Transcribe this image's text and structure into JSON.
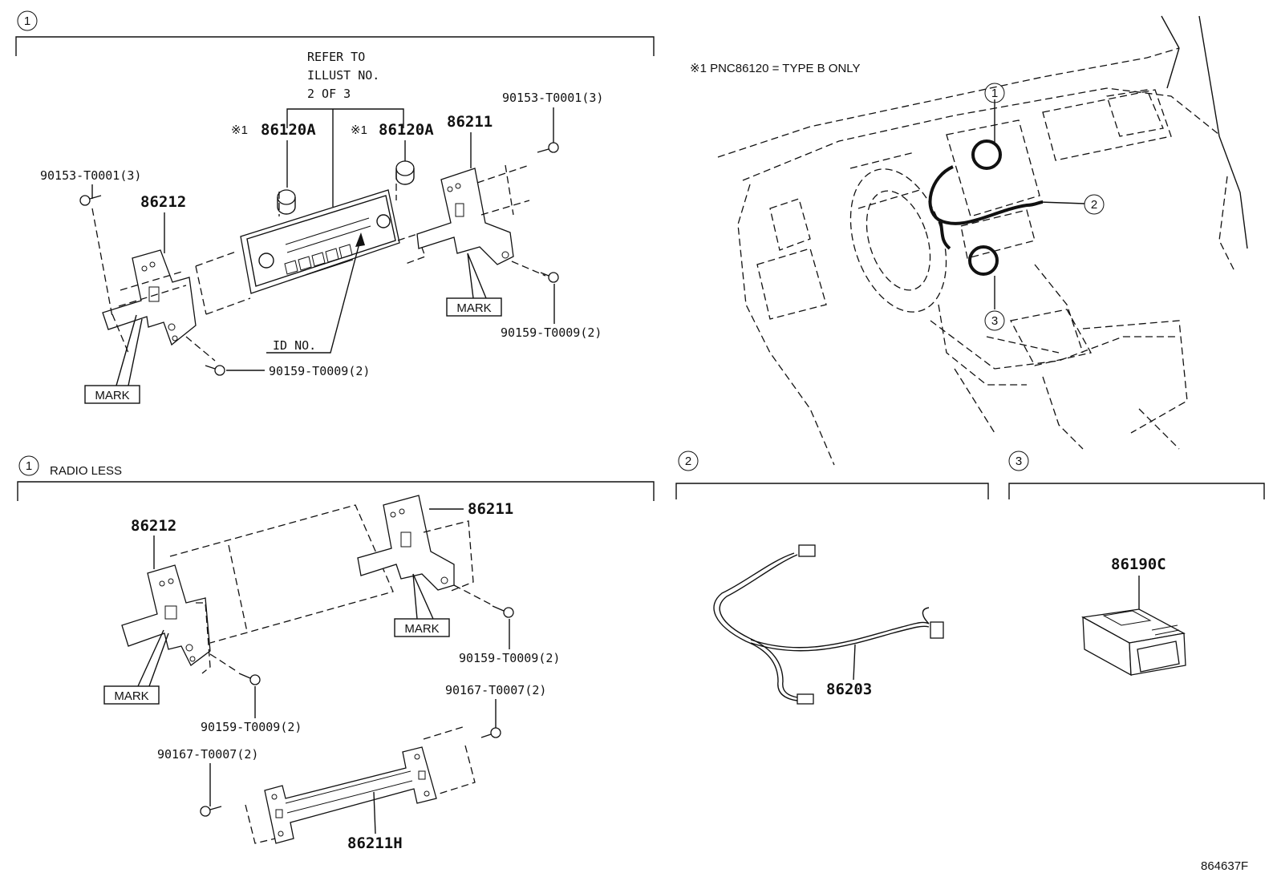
{
  "callouts": {
    "c1": "1",
    "c2": "2",
    "c3": "3"
  },
  "notes": {
    "refer_line1": "REFER TO",
    "refer_line2": "ILLUST NO.",
    "refer_line3": "2 OF 3",
    "pnc_note": "※1 PNC86120 = TYPE B ONLY",
    "radio_less": "RADIO LESS",
    "mark": "MARK",
    "id_no": "ID NO.",
    "star1": "※1"
  },
  "parts": {
    "p86120A": "86120A",
    "p86211": "86211",
    "p86212": "86212",
    "p86211H": "86211H",
    "p86203": "86203",
    "p86190C": "86190C",
    "s90153": "90153-T0001(3)",
    "s90159": "90159-T0009(2)",
    "s90167": "90167-T0007(2)"
  },
  "figure_id": "864637F"
}
